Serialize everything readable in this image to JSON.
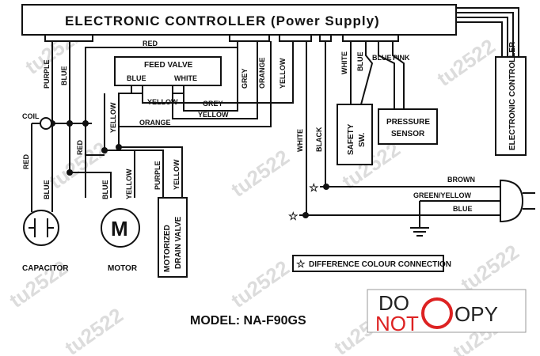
{
  "watermark": {
    "text": "tu2522"
  },
  "components": {
    "controller_title": "ELECTRONIC  CONTROLLER  (Power  Supply)",
    "electronic_controller": "ELECTRONIC CONTROLLER",
    "feed_valve": "FEED VALVE",
    "coil": "COIL",
    "safety_switch": "SAFETY",
    "safety_switch_2": "SW.",
    "pressure": "PRESSURE",
    "sensor": "SENSOR",
    "capacitor": "CAPACITOR",
    "motor": "MOTOR",
    "motor_symbol": "M",
    "motorized": "MOTORIZED",
    "drain_valve": "DRAIN VALVE"
  },
  "wire_labels": {
    "red": "RED",
    "purple": "PURPLE",
    "blue": "BLUE",
    "white": "WHITE",
    "grey": "GREY",
    "orange": "ORANGE",
    "yellow": "YELLOW",
    "black": "BLACK",
    "pink": "PINK",
    "brown": "BROWN",
    "green_yellow": "GREEN/YELLOW"
  },
  "legend": {
    "difference": "DIFFERENCE  COLOUR  CONNECTION"
  },
  "model": "MODEL: NA-F90GS",
  "stamp": {
    "do": "DO",
    "not": "NOT",
    "opy": "OPY"
  }
}
